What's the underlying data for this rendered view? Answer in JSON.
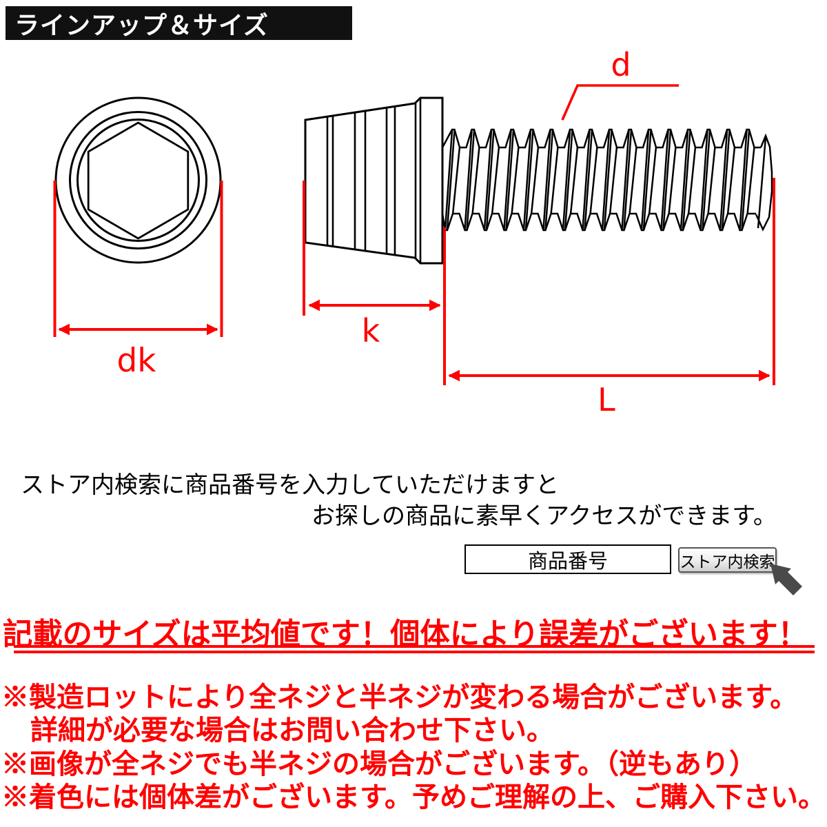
{
  "header": {
    "title": "ラインアップ＆サイズ"
  },
  "diagram": {
    "labels": {
      "dk": "dk",
      "k": "k",
      "l": "L",
      "d": "d"
    },
    "dimension_color": "#ff0000",
    "outline_color": "#000000"
  },
  "search_guide": {
    "line1": "ストア内検索に商品番号を入力していただけますと",
    "line2": "お探しの商品に素早くアクセスができます。",
    "input_label": "商品番号",
    "button_label": "ストア内検索"
  },
  "notice": {
    "headline": "記載のサイズは平均値です！個体により誤差がございます！",
    "text_color": "#ff0000",
    "notes": [
      "※製造ロットにより全ネジと半ネジが変わる場合がございます。",
      "詳細が必要な場合はお問い合わせ下さい。",
      "※画像が全ネジでも半ネジの場合がございます。（逆もあり）",
      "※着色には個体差がございます。予めご理解の上、ご購入下さい。"
    ]
  }
}
